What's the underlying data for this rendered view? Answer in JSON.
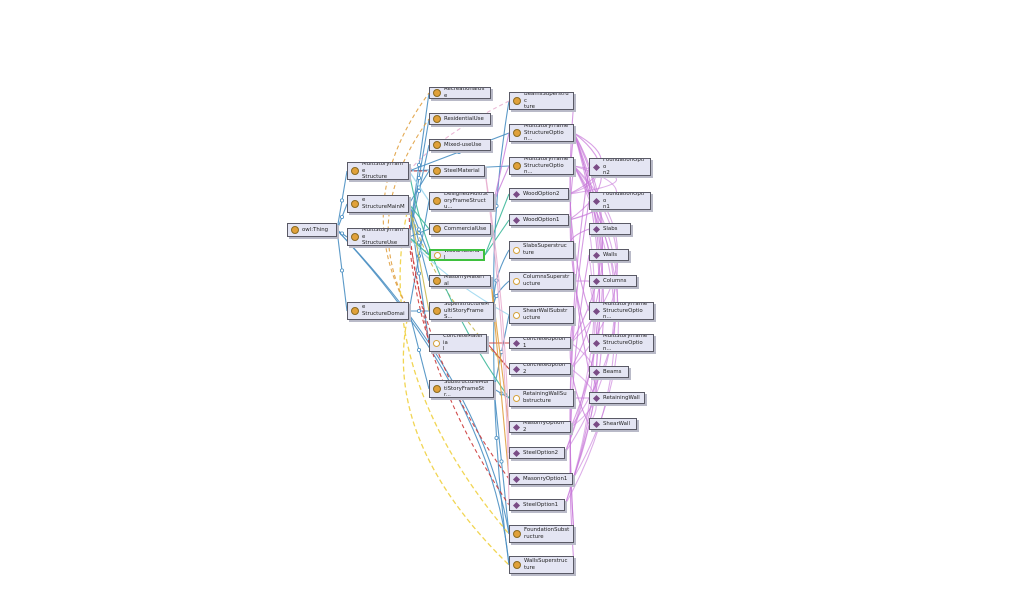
{
  "colors": {
    "background": "#ffffff",
    "node_fill": "#e4e5f3",
    "class_icon": "#e0a13a",
    "individual_icon": "#7a4c86",
    "selected_border": "#3ec03e",
    "edge_subclass": "#4a8fc2",
    "edge_instance": "#c778d8",
    "edge_other": [
      "#e0a040",
      "#9fd8f0",
      "#f0d040",
      "#e8b0d0",
      "#3eb89a",
      "#cc3838",
      "#c8b850"
    ]
  },
  "nodes": [
    {
      "id": "thing",
      "label": "owl:Thing",
      "icon": "class"
    },
    {
      "id": "msfs",
      "label": "MultiStoryFrame\nStructure",
      "icon": "class"
    },
    {
      "id": "msfsm",
      "label": "MultiStoryFrame\nStructureMainMa...",
      "icon": "class"
    },
    {
      "id": "msfsu",
      "label": "MultiStoryFrame\nStructureUse",
      "icon": "class"
    },
    {
      "id": "msfsd",
      "label": "MultiStoryFrame\nStructureDomain",
      "icon": "class"
    },
    {
      "id": "recuse",
      "label": "RecreationalUse",
      "icon": "class"
    },
    {
      "id": "resuse",
      "label": "ResidentialUse",
      "icon": "class"
    },
    {
      "id": "mixuse",
      "label": "Mixed-useUse",
      "icon": "class"
    },
    {
      "id": "steelmat",
      "label": "SteelMaterial",
      "icon": "class"
    },
    {
      "id": "designed",
      "label": "DesignedMultiSt\noryFrameStructu...",
      "icon": "class"
    },
    {
      "id": "comuse",
      "label": "CommercialUse",
      "icon": "class"
    },
    {
      "id": "woodmat",
      "label": "WoodMaterial",
      "icon": "open",
      "selected": true
    },
    {
      "id": "masmat",
      "label": "MasonryMaterial",
      "icon": "class"
    },
    {
      "id": "supermsf",
      "label": "SuperstructureM\nultiStoryFrameS...",
      "icon": "class"
    },
    {
      "id": "concmat",
      "label": "ConcreteMateria\nl",
      "icon": "open"
    },
    {
      "id": "submsf",
      "label": "SubstructureMul\ntiStoryFrameStr...",
      "icon": "class"
    },
    {
      "id": "beamssup",
      "label": "BeamsSuperstruc\nture",
      "icon": "class"
    },
    {
      "id": "msfso1",
      "label": "MultiStoryFrame\nStructureOption...",
      "icon": "class"
    },
    {
      "id": "msfso2",
      "label": "MultiStoryFrame\nStructureOption...",
      "icon": "class"
    },
    {
      "id": "woodopt2",
      "label": "WoodOption2",
      "icon": "ind"
    },
    {
      "id": "woodopt1",
      "label": "WoodOption1",
      "icon": "ind"
    },
    {
      "id": "slabssup",
      "label": "SlabsSuperstruc\nture",
      "icon": "open"
    },
    {
      "id": "colssup",
      "label": "ColumnsSuperstr\nucture",
      "icon": "open"
    },
    {
      "id": "shearsub",
      "label": "ShearWallSubstr\nucture",
      "icon": "open"
    },
    {
      "id": "concopt1",
      "label": "ConcreteOption1",
      "icon": "ind"
    },
    {
      "id": "concopt2",
      "label": "ConcreteOption2",
      "icon": "ind"
    },
    {
      "id": "retsub",
      "label": "RetainingWallSu\nbstructure",
      "icon": "open"
    },
    {
      "id": "masopt2",
      "label": "MasonryOption2",
      "icon": "ind"
    },
    {
      "id": "steelopt2",
      "label": "SteelOption2",
      "icon": "ind"
    },
    {
      "id": "masopt1",
      "label": "MasonryOption1",
      "icon": "ind"
    },
    {
      "id": "steelopt1",
      "label": "SteelOption1",
      "icon": "ind"
    },
    {
      "id": "foundsub",
      "label": "FoundationSubst\nructure",
      "icon": "class"
    },
    {
      "id": "wallssup",
      "label": "WallsSuperstruc\nture",
      "icon": "class"
    },
    {
      "id": "fopt2",
      "label": "FoundationOptio\nn2",
      "icon": "ind"
    },
    {
      "id": "fopt1",
      "label": "FoundationOptio\nn1",
      "icon": "ind"
    },
    {
      "id": "slabs",
      "label": "Slabs",
      "icon": "ind"
    },
    {
      "id": "walls",
      "label": "Walls",
      "icon": "ind"
    },
    {
      "id": "columns",
      "label": "Columns",
      "icon": "ind"
    },
    {
      "id": "imsfso1",
      "label": "MultiStoryFrame\nStructureOption...",
      "icon": "ind"
    },
    {
      "id": "imsfso2",
      "label": "MultiStoryFrame\nStructureOption...",
      "icon": "ind"
    },
    {
      "id": "beams",
      "label": "Beams",
      "icon": "ind"
    },
    {
      "id": "retwall",
      "label": "RetainingWall",
      "icon": "ind"
    },
    {
      "id": "shearwall",
      "label": "ShearWall",
      "icon": "ind"
    }
  ]
}
